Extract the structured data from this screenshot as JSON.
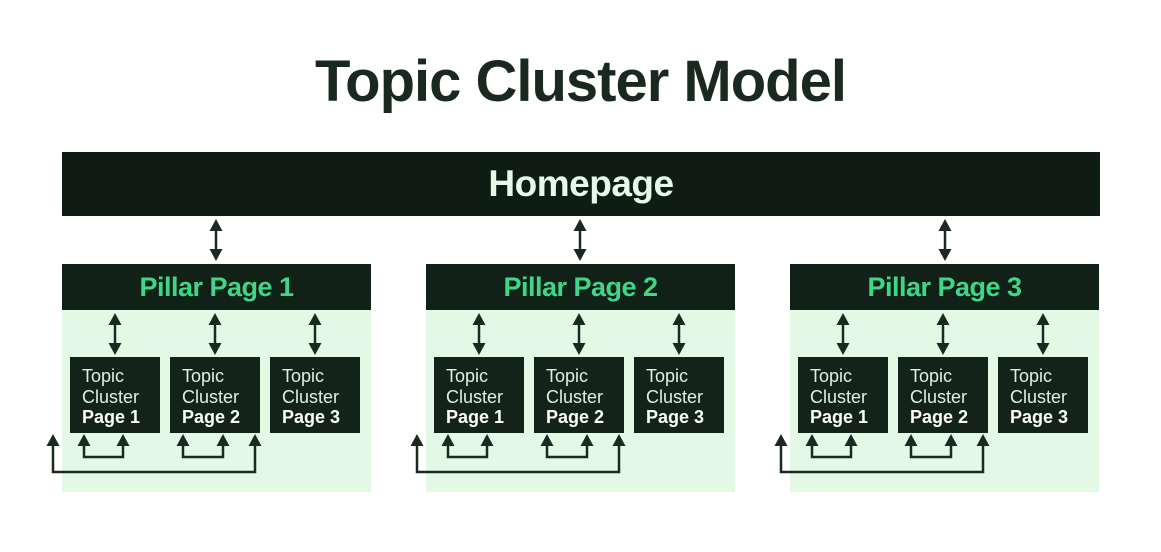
{
  "title": "Topic Cluster Model",
  "homepage": {
    "label": "Homepage"
  },
  "pillars": [
    {
      "label": "Pillar Page 1",
      "clusters": [
        {
          "line1": "Topic",
          "line2": "Cluster",
          "page": "Page 1"
        },
        {
          "line1": "Topic",
          "line2": "Cluster",
          "page": "Page 2"
        },
        {
          "line1": "Topic",
          "line2": "Cluster",
          "page": "Page 3"
        }
      ]
    },
    {
      "label": "Pillar Page 2",
      "clusters": [
        {
          "line1": "Topic",
          "line2": "Cluster",
          "page": "Page 1"
        },
        {
          "line1": "Topic",
          "line2": "Cluster",
          "page": "Page 2"
        },
        {
          "line1": "Topic",
          "line2": "Cluster",
          "page": "Page 3"
        }
      ]
    },
    {
      "label": "Pillar Page 3",
      "clusters": [
        {
          "line1": "Topic",
          "line2": "Cluster",
          "page": "Page 1"
        },
        {
          "line1": "Topic",
          "line2": "Cluster",
          "page": "Page 2"
        },
        {
          "line1": "Topic",
          "line2": "Cluster",
          "page": "Page 3"
        }
      ]
    }
  ],
  "icons": {
    "connector_vertical": "double-headed-arrow",
    "connector_bottom": "u-shaped-link-arrow"
  },
  "colors": {
    "background": "#ffffff",
    "dark_node": "#0e1c14",
    "cluster_node": "#14231a",
    "light_panel": "#e3f9e6",
    "accent_green": "#3ed687",
    "light_text": "#e6f9e9",
    "title_text": "#1a2920",
    "arrow": "#1a2a20"
  }
}
